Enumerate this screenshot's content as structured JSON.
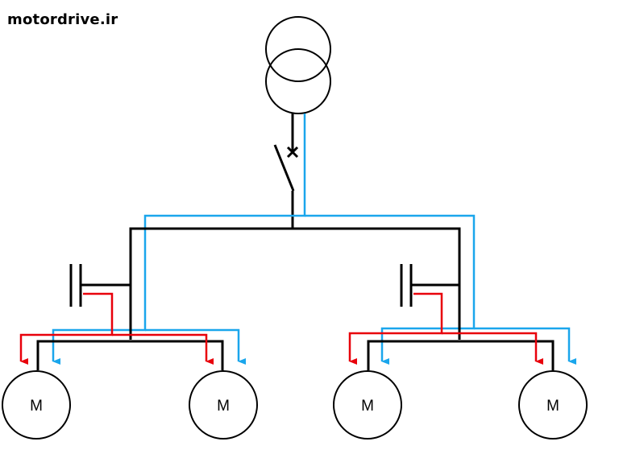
{
  "watermark": "motordrive.ir",
  "motors": [
    {
      "label": "M"
    },
    {
      "label": "M"
    },
    {
      "label": "M"
    },
    {
      "label": "M"
    }
  ],
  "colors": {
    "conductor": "#000000",
    "capacitor_current": "#e8000b",
    "transformer_current": "#1aa6ec",
    "background": "#ffffff"
  },
  "icons": [
    "transformer-icon",
    "circuit-breaker-icon",
    "capacitor-icon",
    "motor-icon"
  ]
}
